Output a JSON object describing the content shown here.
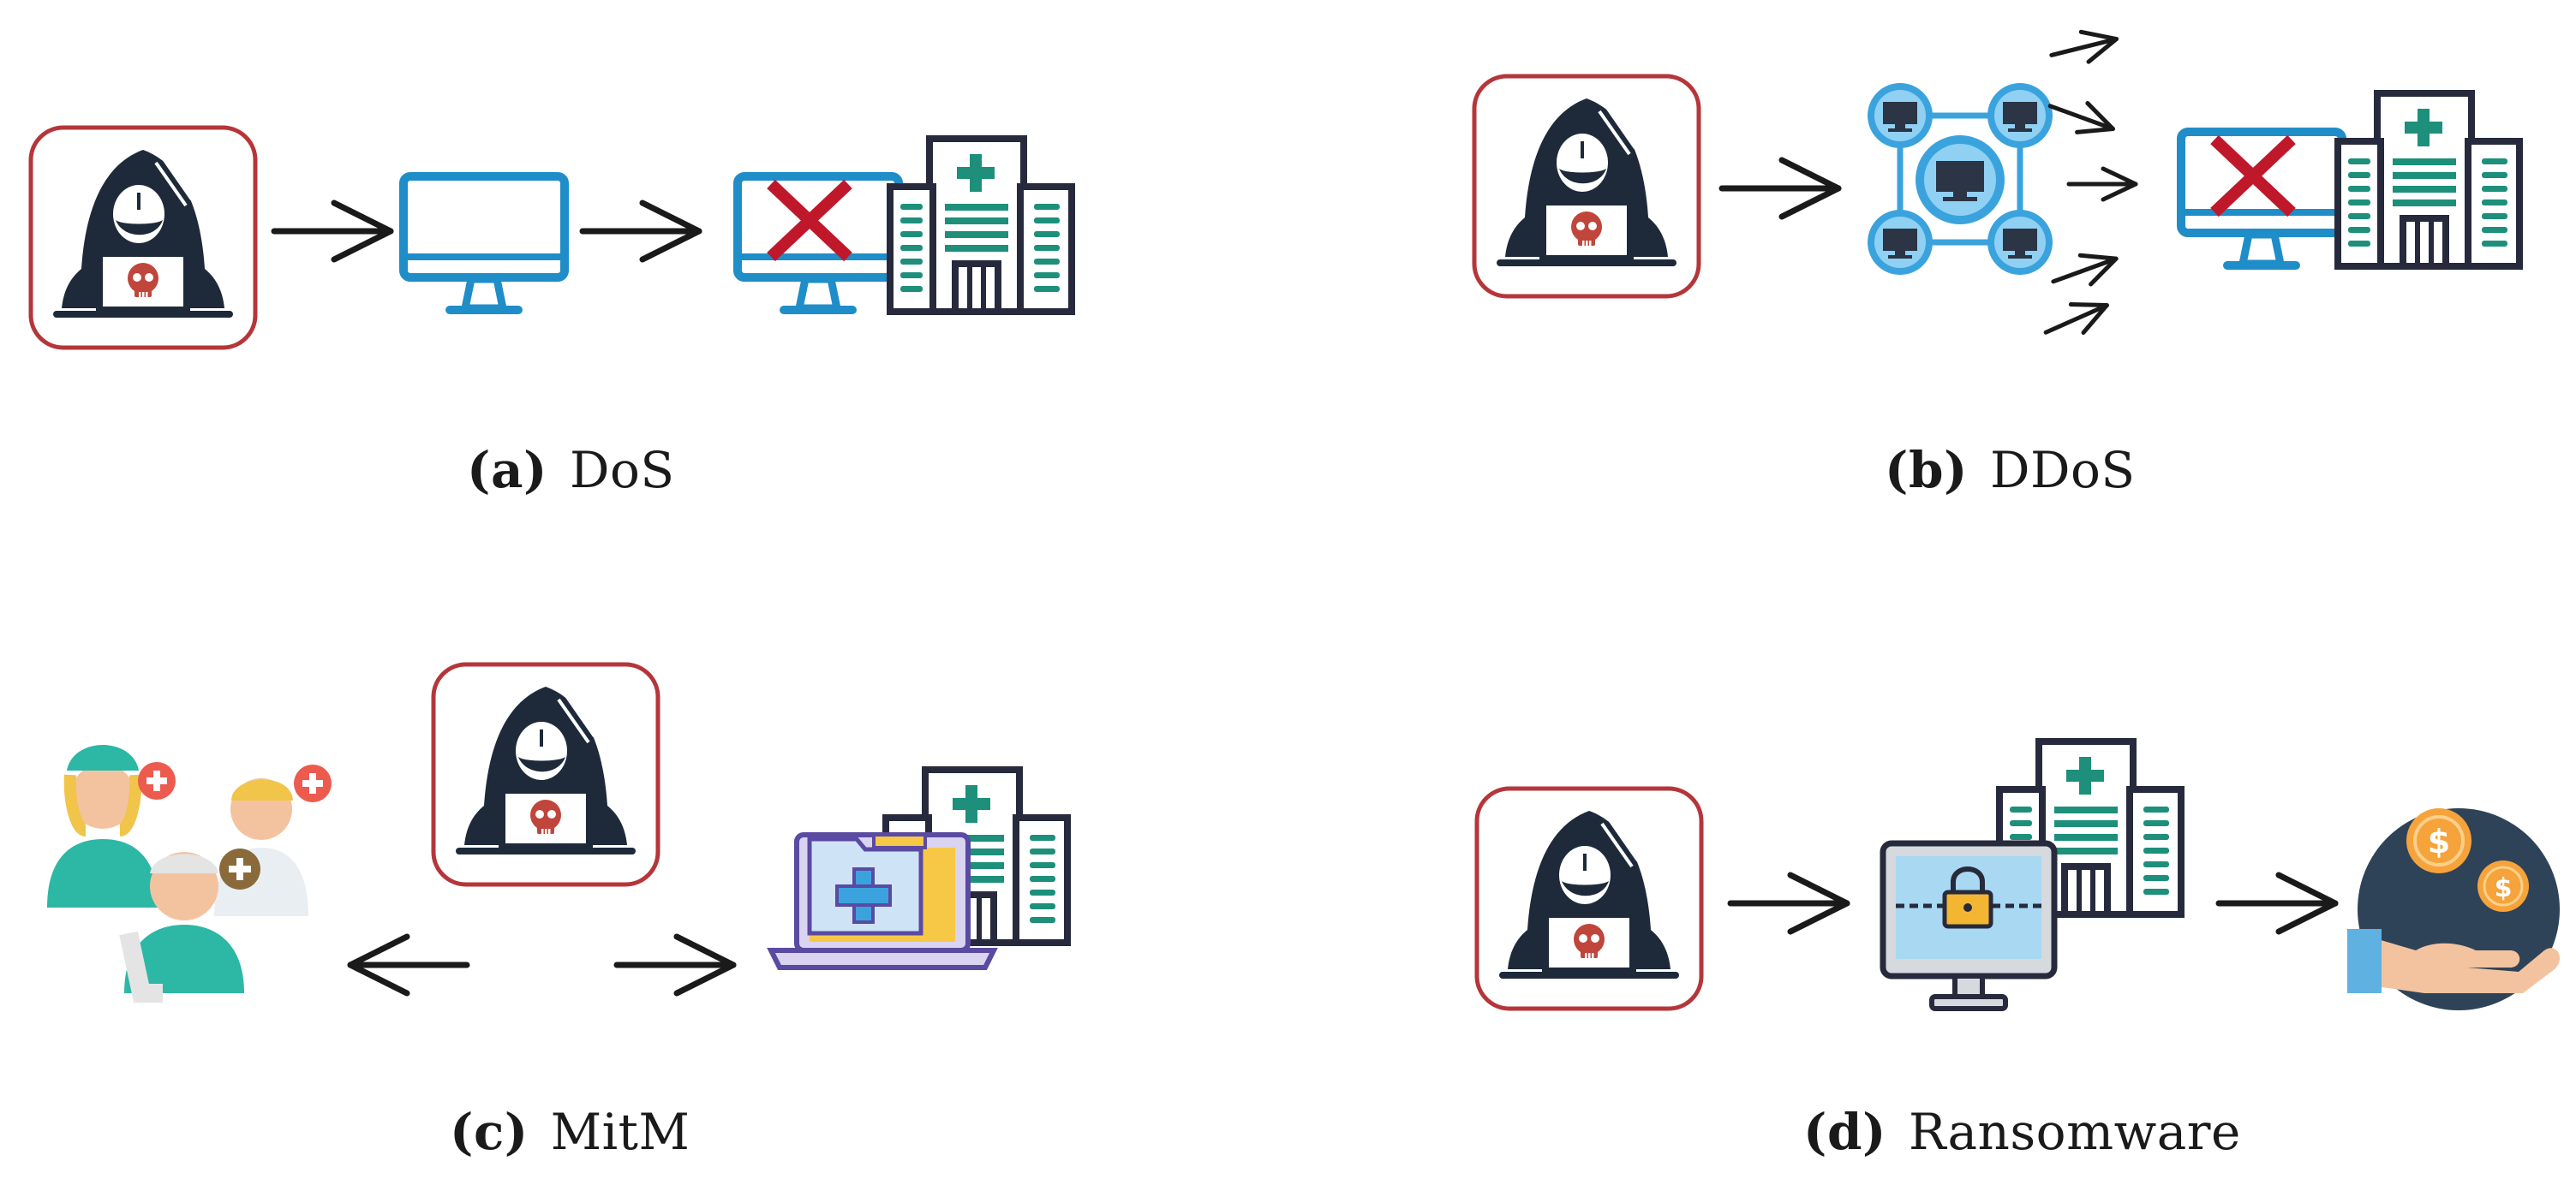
{
  "colors": {
    "hacker_frame": "#b5363a",
    "hacker_dark": "#1e2a3a",
    "skull": "#c0453b",
    "monitor_blue": "#1f8dc8",
    "red_cross": "#c0182b",
    "hospital_outline": "#272a3c",
    "hospital_green": "#1d8f7a",
    "network_blue": "#3aa3dd",
    "network_dark": "#2b3545",
    "arrow": "#1a1a1a",
    "lock_gold": "#f2b633",
    "coin_orange": "#f6a33b",
    "coin_bg": "#2f4358",
    "laptop_purple": "#5a4aa2",
    "folder_yellow": "#f7c845",
    "medical_plus_red": "#ec5b4e",
    "nurse_teal": "#2db7a5"
  },
  "panels": [
    {
      "id": "a",
      "tag": "(a)",
      "title": "DoS",
      "icons": [
        "hacker-icon",
        "monitor-icon",
        "failed-monitor-icon",
        "hospital-icon"
      ]
    },
    {
      "id": "b",
      "tag": "(b)",
      "title": "DDoS",
      "icons": [
        "hacker-icon",
        "botnet-icon",
        "failed-monitor-icon",
        "hospital-icon"
      ]
    },
    {
      "id": "c",
      "tag": "(c)",
      "title": "MitM",
      "icons": [
        "medical-staff-icon",
        "hacker-icon",
        "laptop-medical-folder-icon",
        "hospital-icon"
      ]
    },
    {
      "id": "d",
      "tag": "(d)",
      "title": "Ransomware",
      "icons": [
        "hacker-icon",
        "locked-monitor-icon",
        "hospital-icon",
        "ransom-payment-icon"
      ]
    }
  ]
}
